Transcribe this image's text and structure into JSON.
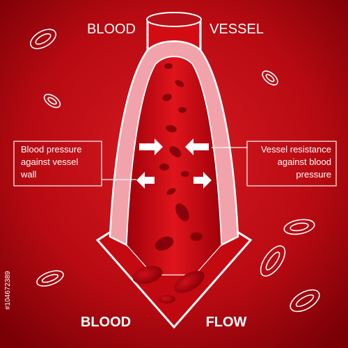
{
  "title": {
    "left": "BLOOD",
    "right": "VESSEL"
  },
  "bottom": {
    "left": "BLOOD",
    "right": "FLOW"
  },
  "callouts": {
    "left": {
      "lines": [
        "Blood pressure",
        "against vessel",
        "wall"
      ]
    },
    "right": {
      "lines": [
        "Vessel resistance",
        "against blood",
        "pressure"
      ]
    }
  },
  "stock_id": "#104672389",
  "colors": {
    "background_center": "#d01018",
    "background_edge": "#7a0006",
    "vessel_wall": "#f4a0a8",
    "cell": "#b00010",
    "outline": "#ffffff"
  },
  "icons": [
    "right-arrow-icon",
    "left-arrow-icon",
    "down-arrow-icon",
    "red-blood-cell-icon"
  ]
}
